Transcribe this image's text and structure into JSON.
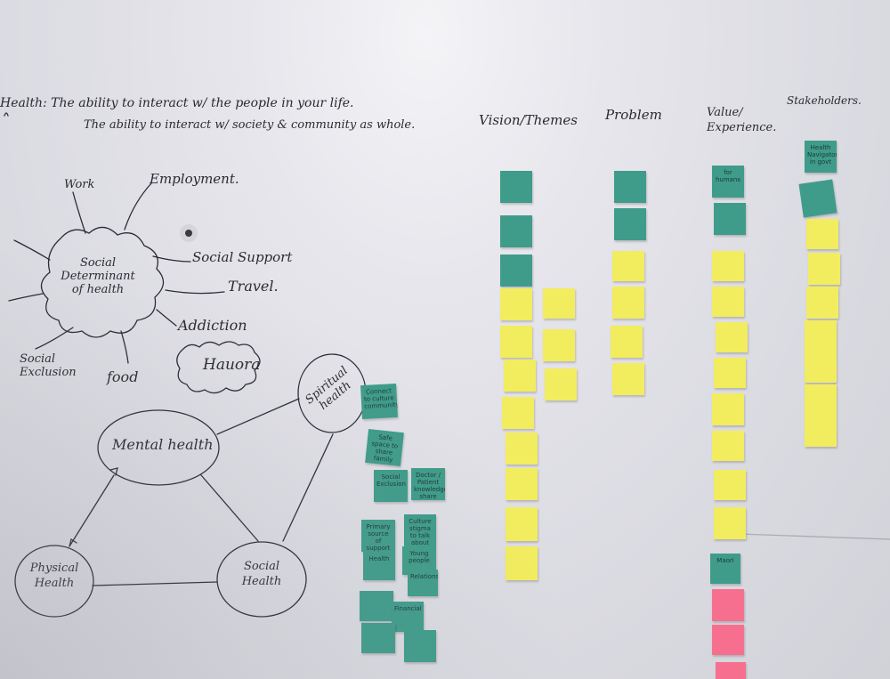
{
  "board": {
    "header": {
      "line1": "Health: The ability to interact w/ the people in your life.",
      "line2": "The ability to interact w/ society & community as whole."
    },
    "mindmap": {
      "center": "Social Determinant of health",
      "branches": {
        "work": "Work",
        "employment": "Employment.",
        "social_support": "Social Support",
        "travel": "Travel.",
        "addiction": "Addiction",
        "food": "food",
        "social_exclusion": "Social Exclusion"
      },
      "cloud": "Hauora"
    },
    "wellbeing": {
      "mental": "Mental health",
      "spiritual": "Spiritual health",
      "physical": "Physical Health",
      "social": "Social Health"
    },
    "columns": {
      "vision": "Vision/Themes",
      "problem": "Problem",
      "value": "Value/ Experience.",
      "stakeholders": "Stakeholders."
    },
    "note_text": {
      "connect": "Connect to culture community",
      "safe": "Safe space to share family",
      "social_exclusion": "Social Exclusion",
      "doctor": "Doctor / Patient knowledge share",
      "primary": "Primary source of support",
      "culture_stigma": "Culture stigma to talk about emotion",
      "health": "Health",
      "young": "Young people",
      "relationships": "Relationships",
      "financial": "Financial",
      "for_humans": "for humans",
      "maori": "Maori",
      "health_navigators": "Health Navigators in govt"
    }
  }
}
